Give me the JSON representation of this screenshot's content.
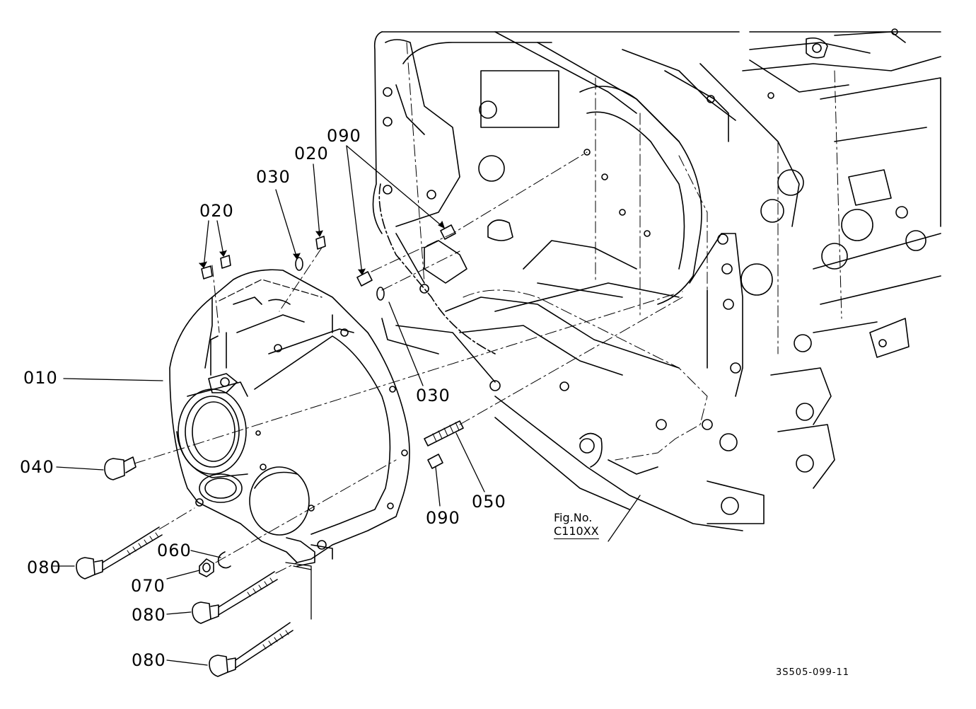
{
  "callouts": {
    "p010": "010",
    "p020a": "020",
    "p020b": "020",
    "p030a": "030",
    "p030b": "030",
    "p040": "040",
    "p050": "050",
    "p060": "060",
    "p070": "070",
    "p080a": "080",
    "p080b": "080",
    "p080c": "080",
    "p090a": "090",
    "p090b": "090"
  },
  "figure_ref": {
    "line1": "Fig.No.",
    "line2": "C110XX"
  },
  "drawing_code": "3S505-099-11",
  "colors": {
    "ink": "#000000",
    "paper": "#ffffff"
  }
}
